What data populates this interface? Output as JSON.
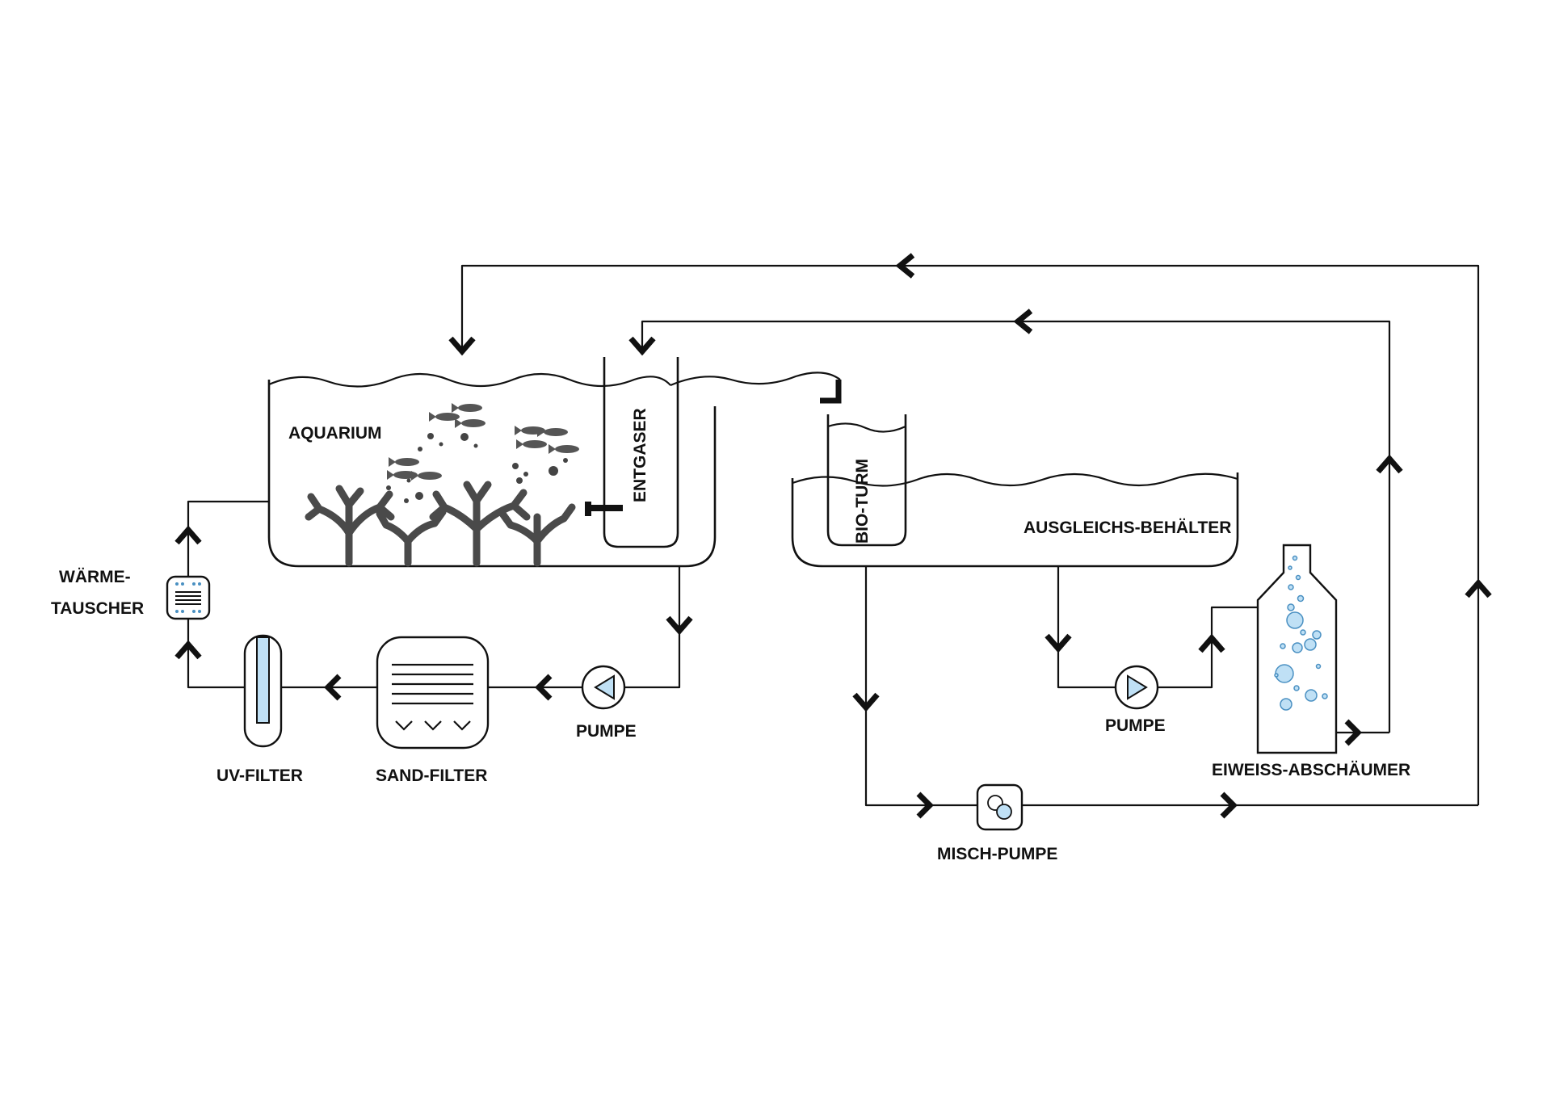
{
  "labels": {
    "aquarium": "AQUARIUM",
    "entgaser": "ENTGASER",
    "bio_turm": "BIO-TURM",
    "ausgleichs": "AUSGLEICHS-BEHÄLTER",
    "waerme_1": "WÄRME-",
    "waerme_2": "TAUSCHER",
    "uv_filter": "UV-FILTER",
    "sand_filter": "SAND-FILTER",
    "pumpe_left": "PUMPE",
    "pumpe_right": "PUMPE",
    "eiweiss": "EIWEISS-ABSCHÄUMER",
    "misch_pumpe": "MISCH-PUMPE"
  },
  "colors": {
    "line": "#111111",
    "water_accent": "#bfe0f5",
    "water_stroke": "#4a90c2",
    "coral": "#4a4a4a",
    "fish": "#555555"
  }
}
